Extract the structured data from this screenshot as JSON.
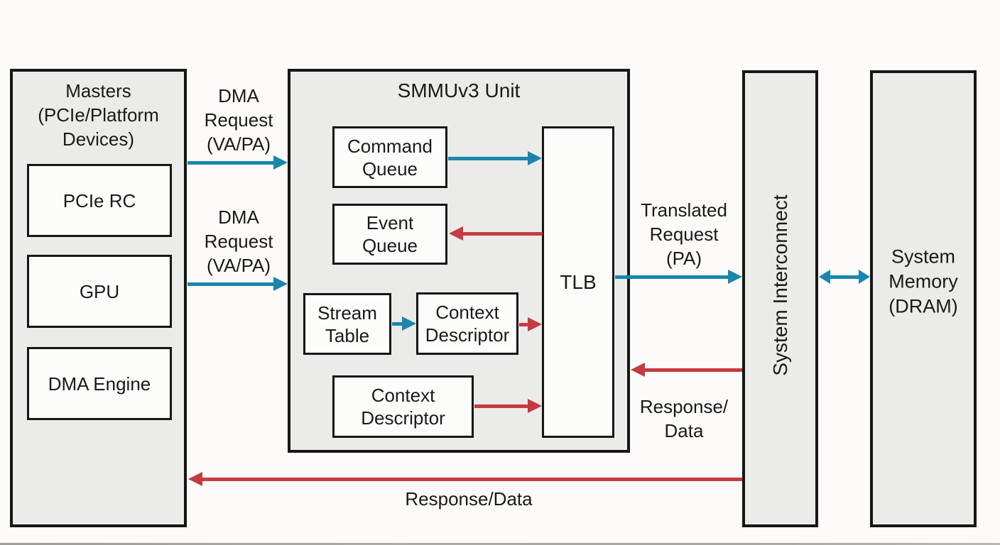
{
  "colors": {
    "blue": "#1a86ac",
    "red": "#c43b42",
    "box_fill": "#ebebe9",
    "inner_fill": "#fcfcfb",
    "border": "#161616",
    "background": "#fcfbf9"
  },
  "masters": {
    "title": "Masters\n(PCIe/Platform\nDevices)",
    "items": [
      {
        "label": "PCIe RC"
      },
      {
        "label": "GPU"
      },
      {
        "label": "DMA Engine"
      }
    ]
  },
  "smmu": {
    "title": "SMMUv3 Unit",
    "command_queue": "Command\nQueue",
    "event_queue": "Event\nQueue",
    "stream_table": "Stream\nTable",
    "context_descriptor_top": "Context\nDescriptor",
    "context_descriptor_bottom": "Context\nDescriptor",
    "tlb": "TLB"
  },
  "interconnect": {
    "label": "System Interconnect"
  },
  "memory": {
    "label": "System\nMemory\n(DRAM)"
  },
  "flow_labels": {
    "dma_request_1": "DMA\nRequest\n(VA/PA)",
    "dma_request_2": "DMA\nRequest\n(VA/PA)",
    "translated_request": "Translated\nRequest\n(PA)",
    "response_data_right": "Response/\nData",
    "response_data_bottom": "Response/Data"
  }
}
